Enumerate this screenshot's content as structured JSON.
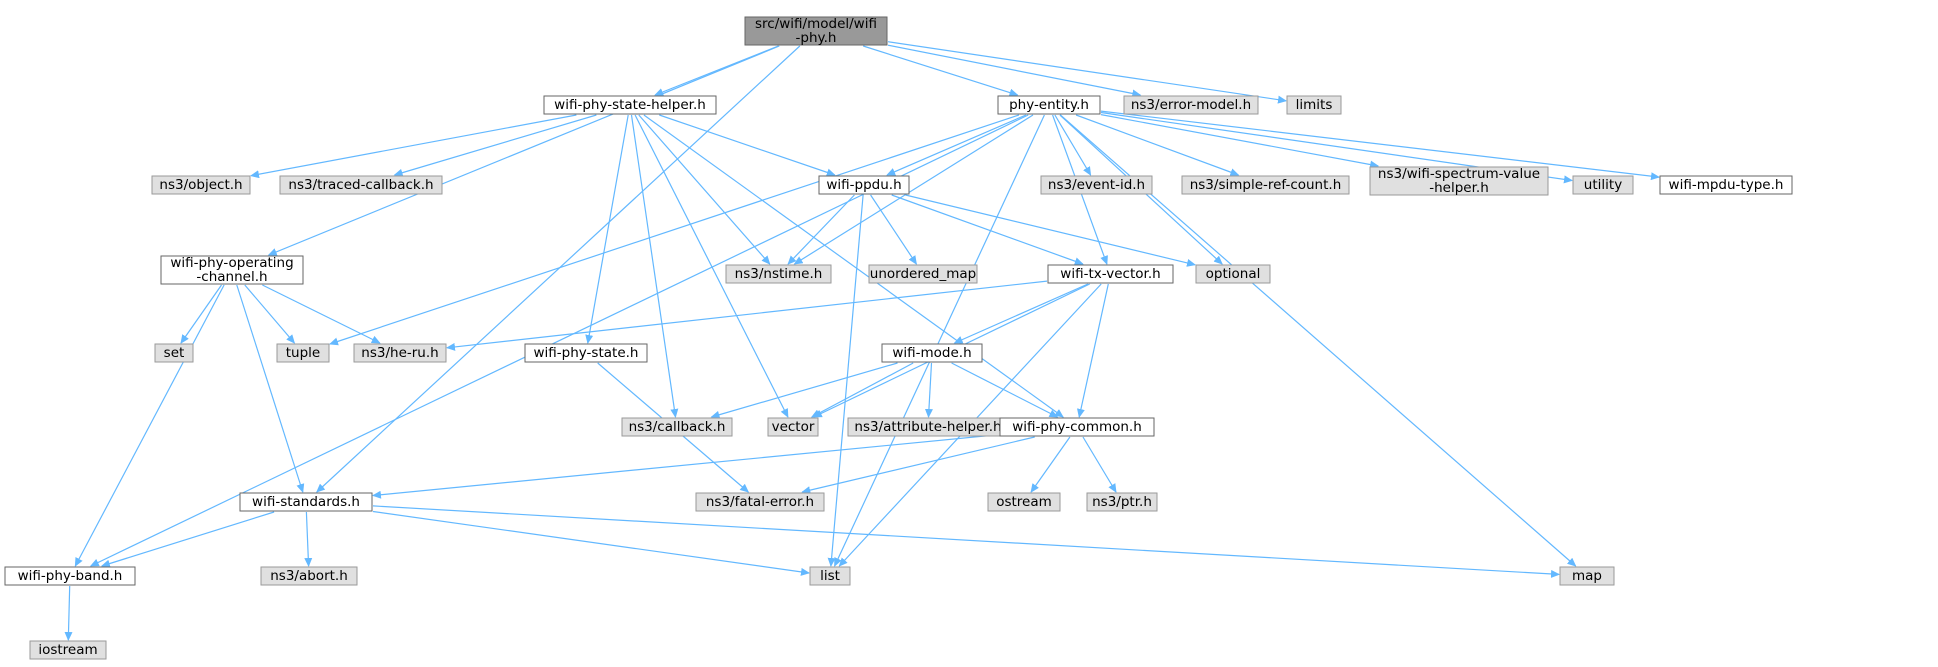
{
  "colors": {
    "root_fill": "#999999",
    "root_stroke": "#666666",
    "local_fill": "#ffffff",
    "local_stroke": "#666666",
    "external_fill": "#e0e0e0",
    "external_stroke": "#999999",
    "edge": "#63b8ff"
  },
  "nodes": [
    {
      "id": "root",
      "kind": "root",
      "lines": [
        "src/wifi/model/wifi",
        "-phy.h"
      ]
    },
    {
      "id": "state_helper",
      "kind": "local",
      "lines": [
        "wifi-phy-state-helper.h"
      ]
    },
    {
      "id": "phy_entity",
      "kind": "local",
      "lines": [
        "phy-entity.h"
      ]
    },
    {
      "id": "error_model",
      "kind": "external",
      "lines": [
        "ns3/error-model.h"
      ]
    },
    {
      "id": "limits",
      "kind": "external",
      "lines": [
        "limits"
      ]
    },
    {
      "id": "object",
      "kind": "external",
      "lines": [
        "ns3/object.h"
      ]
    },
    {
      "id": "traced_cb",
      "kind": "external",
      "lines": [
        "ns3/traced-callback.h"
      ]
    },
    {
      "id": "ppdu",
      "kind": "local",
      "lines": [
        "wifi-ppdu.h"
      ]
    },
    {
      "id": "event_id",
      "kind": "external",
      "lines": [
        "ns3/event-id.h"
      ]
    },
    {
      "id": "simple_ref",
      "kind": "external",
      "lines": [
        "ns3/simple-ref-count.h"
      ]
    },
    {
      "id": "spectrum",
      "kind": "external",
      "lines": [
        "ns3/wifi-spectrum-value",
        "-helper.h"
      ]
    },
    {
      "id": "utility",
      "kind": "external",
      "lines": [
        "utility"
      ]
    },
    {
      "id": "mpdu_type",
      "kind": "local",
      "lines": [
        "wifi-mpdu-type.h"
      ]
    },
    {
      "id": "op_channel",
      "kind": "local",
      "lines": [
        "wifi-phy-operating",
        "-channel.h"
      ]
    },
    {
      "id": "nstime",
      "kind": "external",
      "lines": [
        "ns3/nstime.h"
      ]
    },
    {
      "id": "unordered_map",
      "kind": "external",
      "lines": [
        "unordered_map"
      ]
    },
    {
      "id": "tx_vector",
      "kind": "local",
      "lines": [
        "wifi-tx-vector.h"
      ]
    },
    {
      "id": "optional",
      "kind": "external",
      "lines": [
        "optional"
      ]
    },
    {
      "id": "set",
      "kind": "external",
      "lines": [
        "set"
      ]
    },
    {
      "id": "tuple",
      "kind": "external",
      "lines": [
        "tuple"
      ]
    },
    {
      "id": "he_ru",
      "kind": "external",
      "lines": [
        "ns3/he-ru.h"
      ]
    },
    {
      "id": "phy_state",
      "kind": "local",
      "lines": [
        "wifi-phy-state.h"
      ]
    },
    {
      "id": "mode",
      "kind": "local",
      "lines": [
        "wifi-mode.h"
      ]
    },
    {
      "id": "callback",
      "kind": "external",
      "lines": [
        "ns3/callback.h"
      ]
    },
    {
      "id": "vector",
      "kind": "external",
      "lines": [
        "vector"
      ]
    },
    {
      "id": "attr_helper",
      "kind": "external",
      "lines": [
        "ns3/attribute-helper.h"
      ]
    },
    {
      "id": "phy_common",
      "kind": "local",
      "lines": [
        "wifi-phy-common.h"
      ]
    },
    {
      "id": "standards",
      "kind": "local",
      "lines": [
        "wifi-standards.h"
      ]
    },
    {
      "id": "fatal_error",
      "kind": "external",
      "lines": [
        "ns3/fatal-error.h"
      ]
    },
    {
      "id": "ostream",
      "kind": "external",
      "lines": [
        "ostream"
      ]
    },
    {
      "id": "ptr",
      "kind": "external",
      "lines": [
        "ns3/ptr.h"
      ]
    },
    {
      "id": "band",
      "kind": "local",
      "lines": [
        "wifi-phy-band.h"
      ]
    },
    {
      "id": "abort",
      "kind": "external",
      "lines": [
        "ns3/abort.h"
      ]
    },
    {
      "id": "list",
      "kind": "external",
      "lines": [
        "list"
      ]
    },
    {
      "id": "map",
      "kind": "external",
      "lines": [
        "map"
      ]
    },
    {
      "id": "iostream",
      "kind": "external",
      "lines": [
        "iostream"
      ]
    }
  ],
  "edges": [
    [
      "root",
      "state_helper"
    ],
    [
      "root",
      "phy_entity"
    ],
    [
      "root",
      "error_model"
    ],
    [
      "root",
      "limits"
    ],
    [
      "root",
      "op_channel"
    ],
    [
      "root",
      "standards"
    ],
    [
      "state_helper",
      "object"
    ],
    [
      "state_helper",
      "traced_cb"
    ],
    [
      "state_helper",
      "ppdu"
    ],
    [
      "state_helper",
      "nstime"
    ],
    [
      "state_helper",
      "phy_state"
    ],
    [
      "state_helper",
      "callback"
    ],
    [
      "state_helper",
      "vector"
    ],
    [
      "state_helper",
      "phy_common"
    ],
    [
      "phy_entity",
      "ppdu"
    ],
    [
      "phy_entity",
      "event_id"
    ],
    [
      "phy_entity",
      "simple_ref"
    ],
    [
      "phy_entity",
      "spectrum"
    ],
    [
      "phy_entity",
      "utility"
    ],
    [
      "phy_entity",
      "mpdu_type"
    ],
    [
      "phy_entity",
      "nstime"
    ],
    [
      "phy_entity",
      "tx_vector"
    ],
    [
      "phy_entity",
      "optional"
    ],
    [
      "phy_entity",
      "tuple"
    ],
    [
      "phy_entity",
      "band"
    ],
    [
      "phy_entity",
      "list"
    ],
    [
      "phy_entity",
      "map"
    ],
    [
      "ppdu",
      "nstime"
    ],
    [
      "ppdu",
      "unordered_map"
    ],
    [
      "ppdu",
      "tx_vector"
    ],
    [
      "ppdu",
      "optional"
    ],
    [
      "ppdu",
      "list"
    ],
    [
      "op_channel",
      "set"
    ],
    [
      "op_channel",
      "tuple"
    ],
    [
      "op_channel",
      "he_ru"
    ],
    [
      "op_channel",
      "standards"
    ],
    [
      "op_channel",
      "band"
    ],
    [
      "tx_vector",
      "mode"
    ],
    [
      "tx_vector",
      "phy_common"
    ],
    [
      "tx_vector",
      "he_ru"
    ],
    [
      "tx_vector",
      "vector"
    ],
    [
      "tx_vector",
      "list"
    ],
    [
      "mode",
      "callback"
    ],
    [
      "mode",
      "vector"
    ],
    [
      "mode",
      "attr_helper"
    ],
    [
      "mode",
      "phy_common"
    ],
    [
      "phy_state",
      "fatal_error"
    ],
    [
      "phy_common",
      "standards"
    ],
    [
      "phy_common",
      "fatal_error"
    ],
    [
      "phy_common",
      "ostream"
    ],
    [
      "phy_common",
      "ptr"
    ],
    [
      "standards",
      "band"
    ],
    [
      "standards",
      "abort"
    ],
    [
      "standards",
      "list"
    ],
    [
      "standards",
      "map"
    ],
    [
      "band",
      "iostream"
    ]
  ]
}
